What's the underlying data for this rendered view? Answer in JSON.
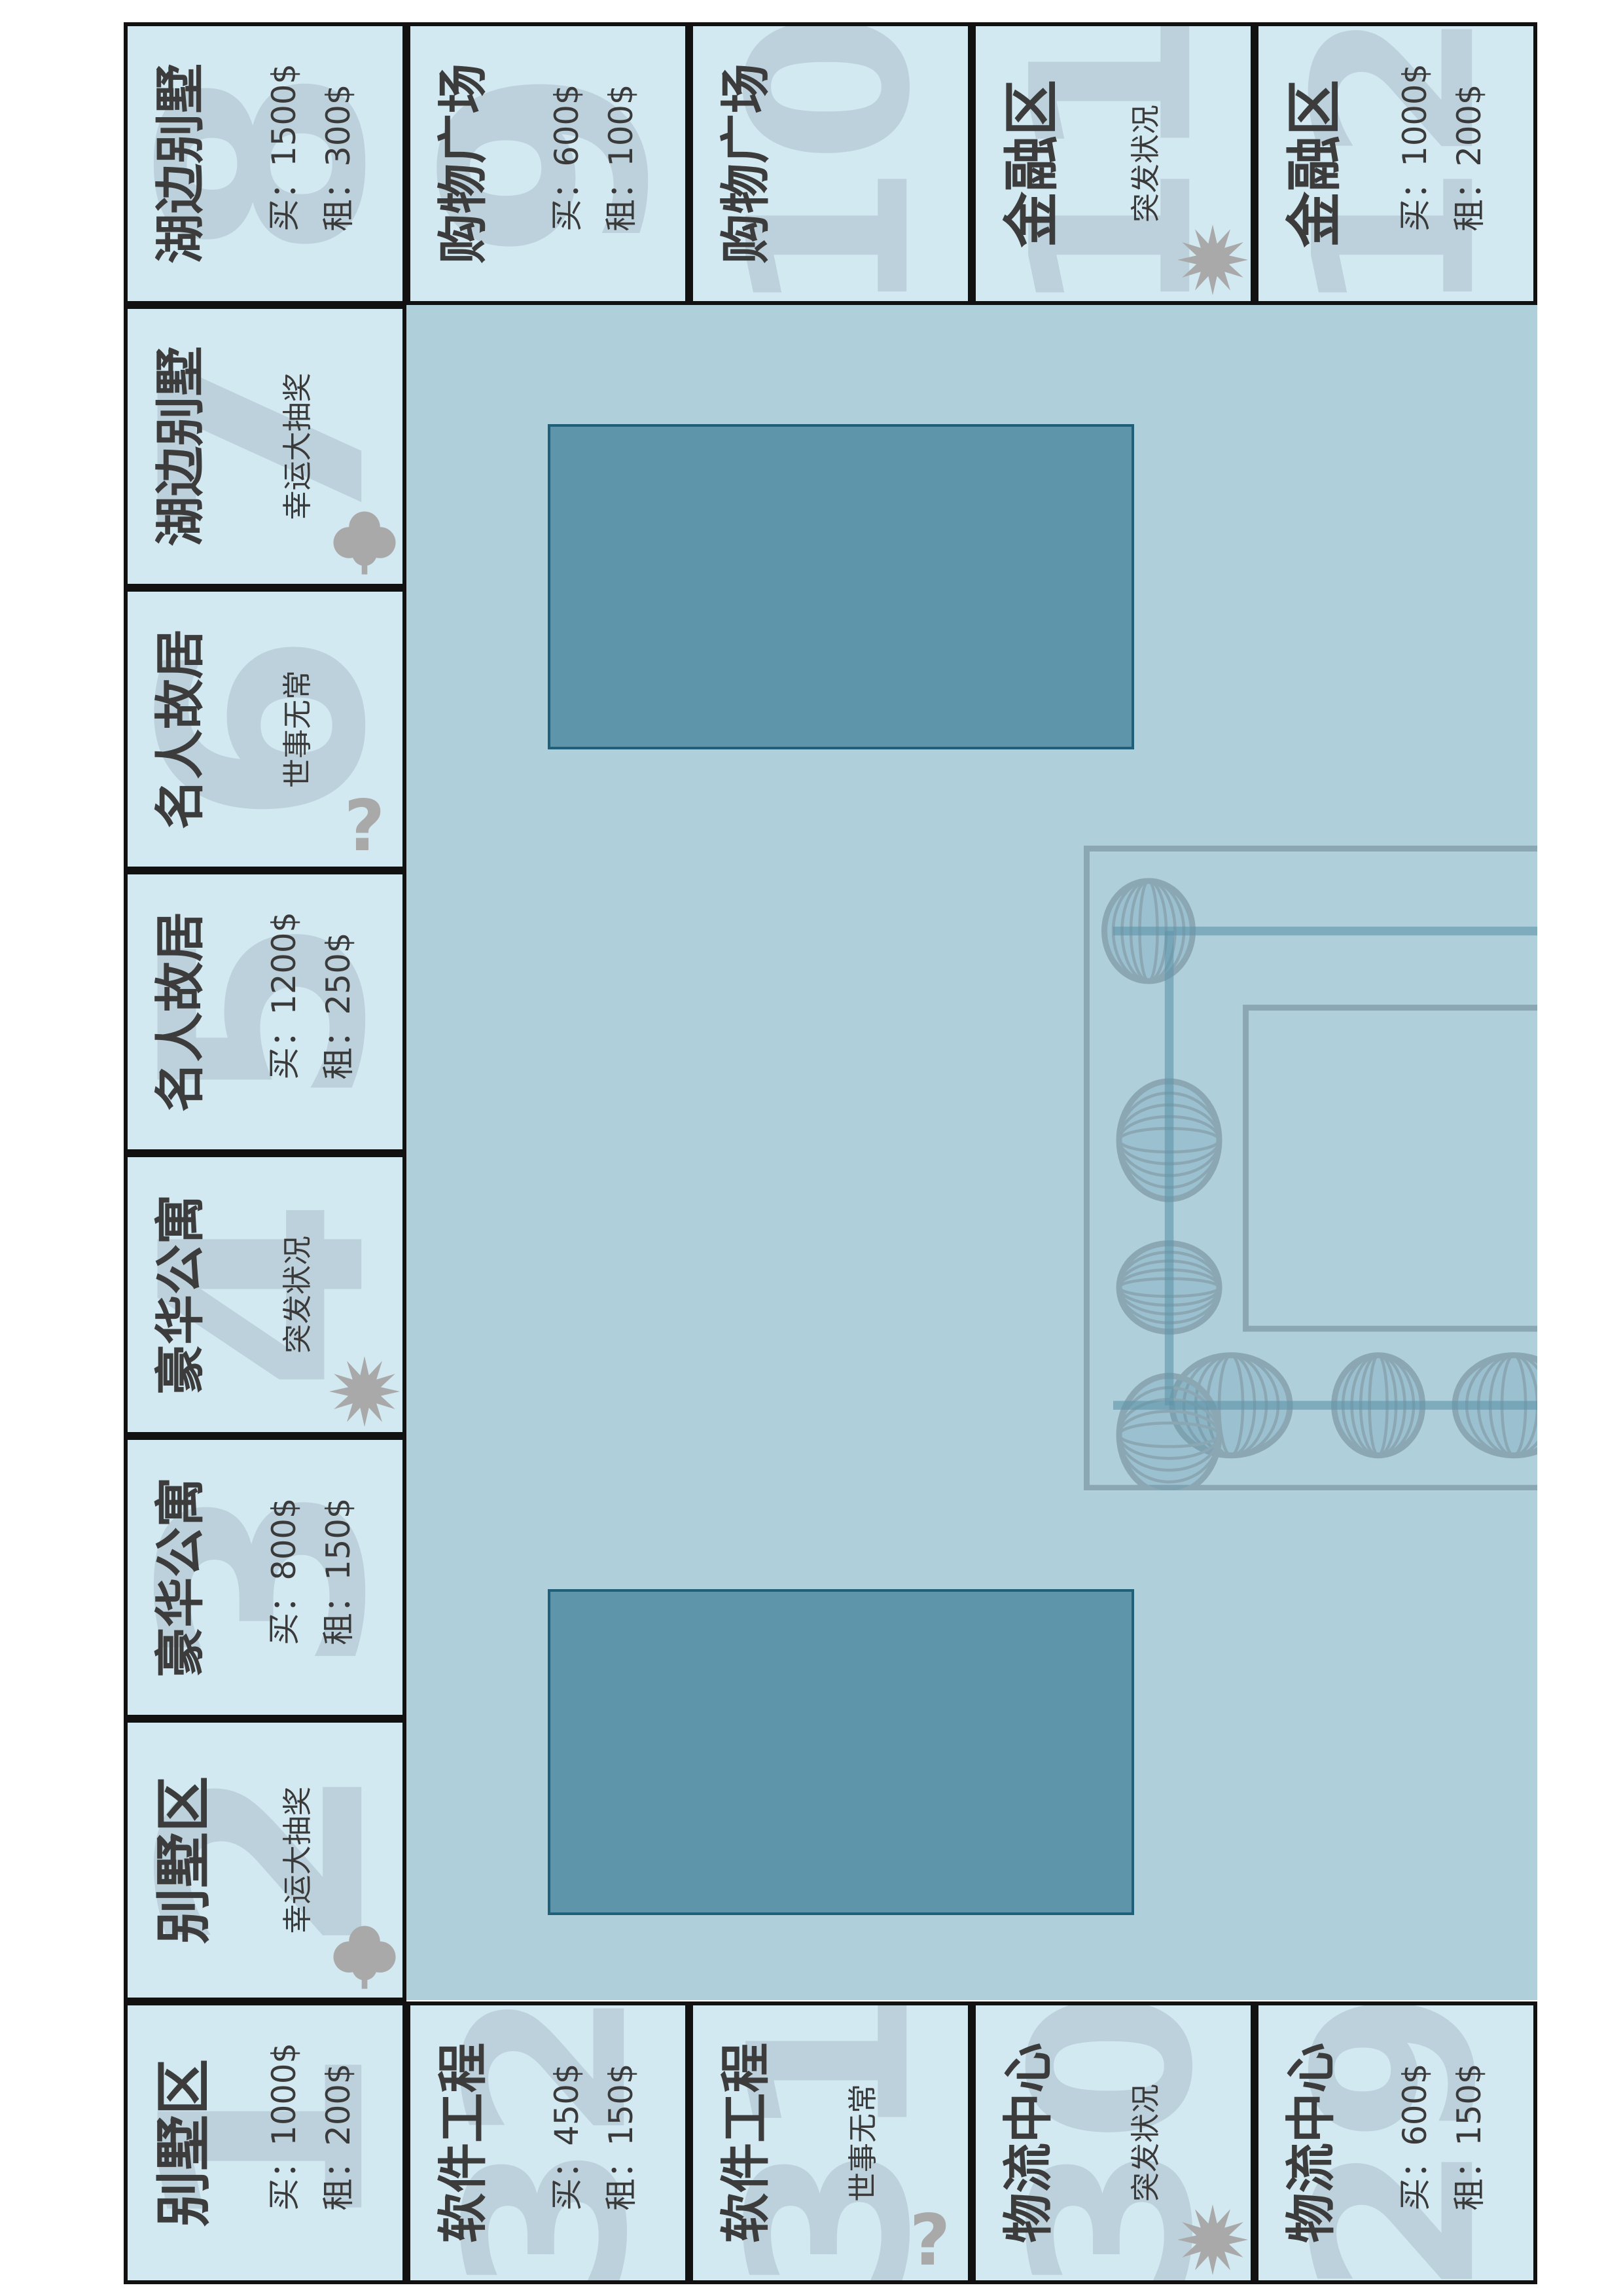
{
  "colors": {
    "cell": "#d3e9f2",
    "center": "#afcfdb",
    "deck": "#5f95aa",
    "deck_border": "#1f5f78",
    "ornament_fill": "#5f95aa",
    "ornament_line": "#8aa7b3",
    "symbol": "#a9a9a9"
  },
  "labels": {
    "buy": "买：",
    "rent": "租："
  },
  "cells": [
    {
      "n": "1",
      "name": "别墅区",
      "buy": "1000$",
      "rent": "200$"
    },
    {
      "n": "2",
      "name": "别墅区",
      "event": "幸运大抽奖",
      "icon": "clover-icon"
    },
    {
      "n": "3",
      "name": "豪华公寓",
      "buy": "800$",
      "rent": "150$"
    },
    {
      "n": "4",
      "name": "豪华公寓",
      "event": "突发状况",
      "icon": "starburst-icon"
    },
    {
      "n": "5",
      "name": "名人故居",
      "buy": "1200$",
      "rent": "250$"
    },
    {
      "n": "6",
      "name": "名人故居",
      "event": "世事无常",
      "icon": "question-icon"
    },
    {
      "n": "7",
      "name": "湖边别墅",
      "event": "幸运大抽奖",
      "icon": "clover-icon"
    },
    {
      "n": "8",
      "name": "湖边别墅",
      "buy": "1500$",
      "rent": "300$"
    },
    {
      "n": "9",
      "name": "购物广场",
      "buy": "600$",
      "rent": "100$"
    },
    {
      "n": "10",
      "name": "购物广场"
    },
    {
      "n": "11",
      "name": "金融区",
      "event": "突发状况",
      "icon": "starburst-icon"
    },
    {
      "n": "12",
      "name": "金融区",
      "buy": "1000$",
      "rent": "200$"
    },
    {
      "n": "32",
      "name": "软件工程",
      "buy": "450$",
      "rent": "150$"
    },
    {
      "n": "31",
      "name": "软件工程",
      "event": "世事无常",
      "icon": "question-icon"
    },
    {
      "n": "30",
      "name": "物流中心",
      "event": "突发状况",
      "icon": "starburst-icon"
    },
    {
      "n": "29",
      "name": "物流中心",
      "buy": "600$",
      "rent": "150$"
    }
  ]
}
